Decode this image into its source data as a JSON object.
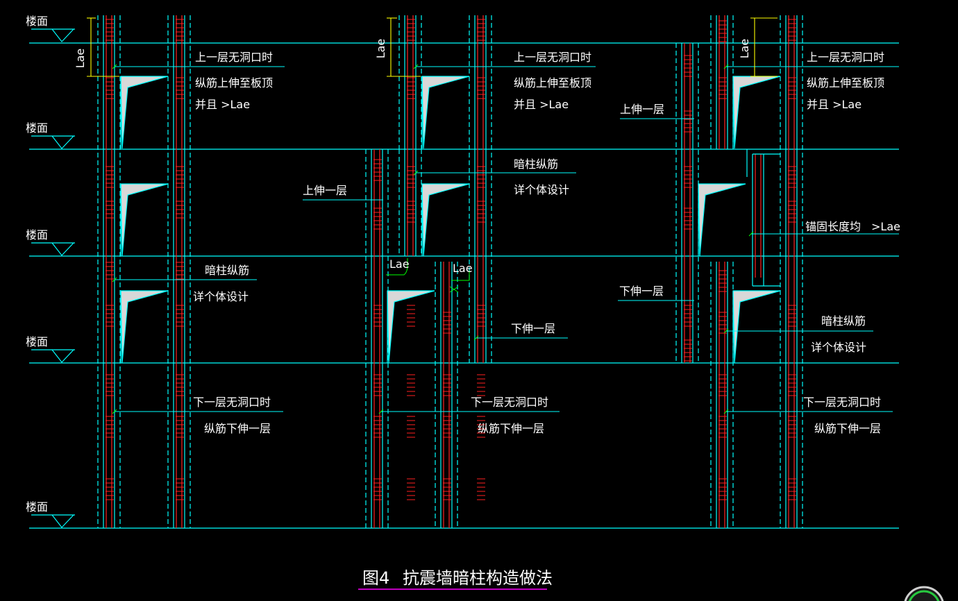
{
  "floor_label": "楼面",
  "lae_vertical": "Lae",
  "col1": {
    "note_top_1": "上一层无洞口时",
    "note_top_2": "纵筋上伸至板顶",
    "note_top_3": "并且 >Lae",
    "note_mid_1": "暗柱纵筋",
    "note_mid_2": "详个体设计",
    "note_bot_1": "下一层无洞口时",
    "note_bot_2": "纵筋下伸一层"
  },
  "col2": {
    "note_top_1": "上一层无洞口时",
    "note_top_2": "纵筋上伸至板顶",
    "note_top_3": "并且 >Lae",
    "note_mid_1": "暗柱纵筋",
    "note_mid_2": "详个体设计",
    "up_one": "上伸一层",
    "down_one": "下伸一层",
    "lae_a": "Lae",
    "lae_b": "Lae",
    "note_bot_1": "下一层无洞口时",
    "note_bot_2": "纵筋下伸一层"
  },
  "col3": {
    "note_top_1": "上一层无洞口时",
    "note_top_2": "纵筋上伸至板顶",
    "note_top_3": "并且 >Lae",
    "up_one": "上伸一层",
    "anchor": "锚固长度均",
    "anchor_val": ">Lae",
    "down_one": "下伸一层",
    "note_mid_1": "暗柱纵筋",
    "note_mid_2": "详个体设计",
    "note_bot_1": "下一层无洞口时",
    "note_bot_2": "纵筋下伸一层"
  },
  "caption": {
    "fig": "图4",
    "title": "抗震墙暗柱构造做法"
  },
  "colors": {
    "cyan": "#00ffff",
    "red": "#ff2020",
    "white": "#ffffff",
    "yellow": "#ffff00",
    "green": "#00ff00",
    "magenta": "#ff00ff"
  }
}
